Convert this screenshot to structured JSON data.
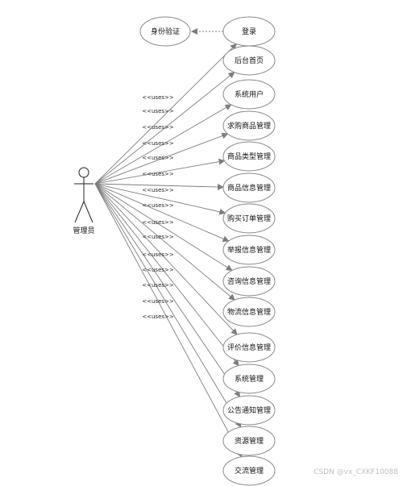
{
  "actor": {
    "label": "管理员"
  },
  "stereotype": "<<uses>>",
  "extend_use_case": {
    "label": "身份验证"
  },
  "use_cases": [
    {
      "label": "登录"
    },
    {
      "label": "后台首页"
    },
    {
      "label": "系统用户"
    },
    {
      "label": "求购商品管理"
    },
    {
      "label": "商品类型管理"
    },
    {
      "label": "商品信息管理"
    },
    {
      "label": "购买订单管理"
    },
    {
      "label": "举报信息管理"
    },
    {
      "label": "咨询信息管理"
    },
    {
      "label": "物流信息管理"
    },
    {
      "label": "评价信息管理"
    },
    {
      "label": "系统管理"
    },
    {
      "label": "公告通知管理"
    },
    {
      "label": "资源管理"
    },
    {
      "label": "交流管理"
    }
  ],
  "watermark": "CSDN @vx_CXKF10088"
}
